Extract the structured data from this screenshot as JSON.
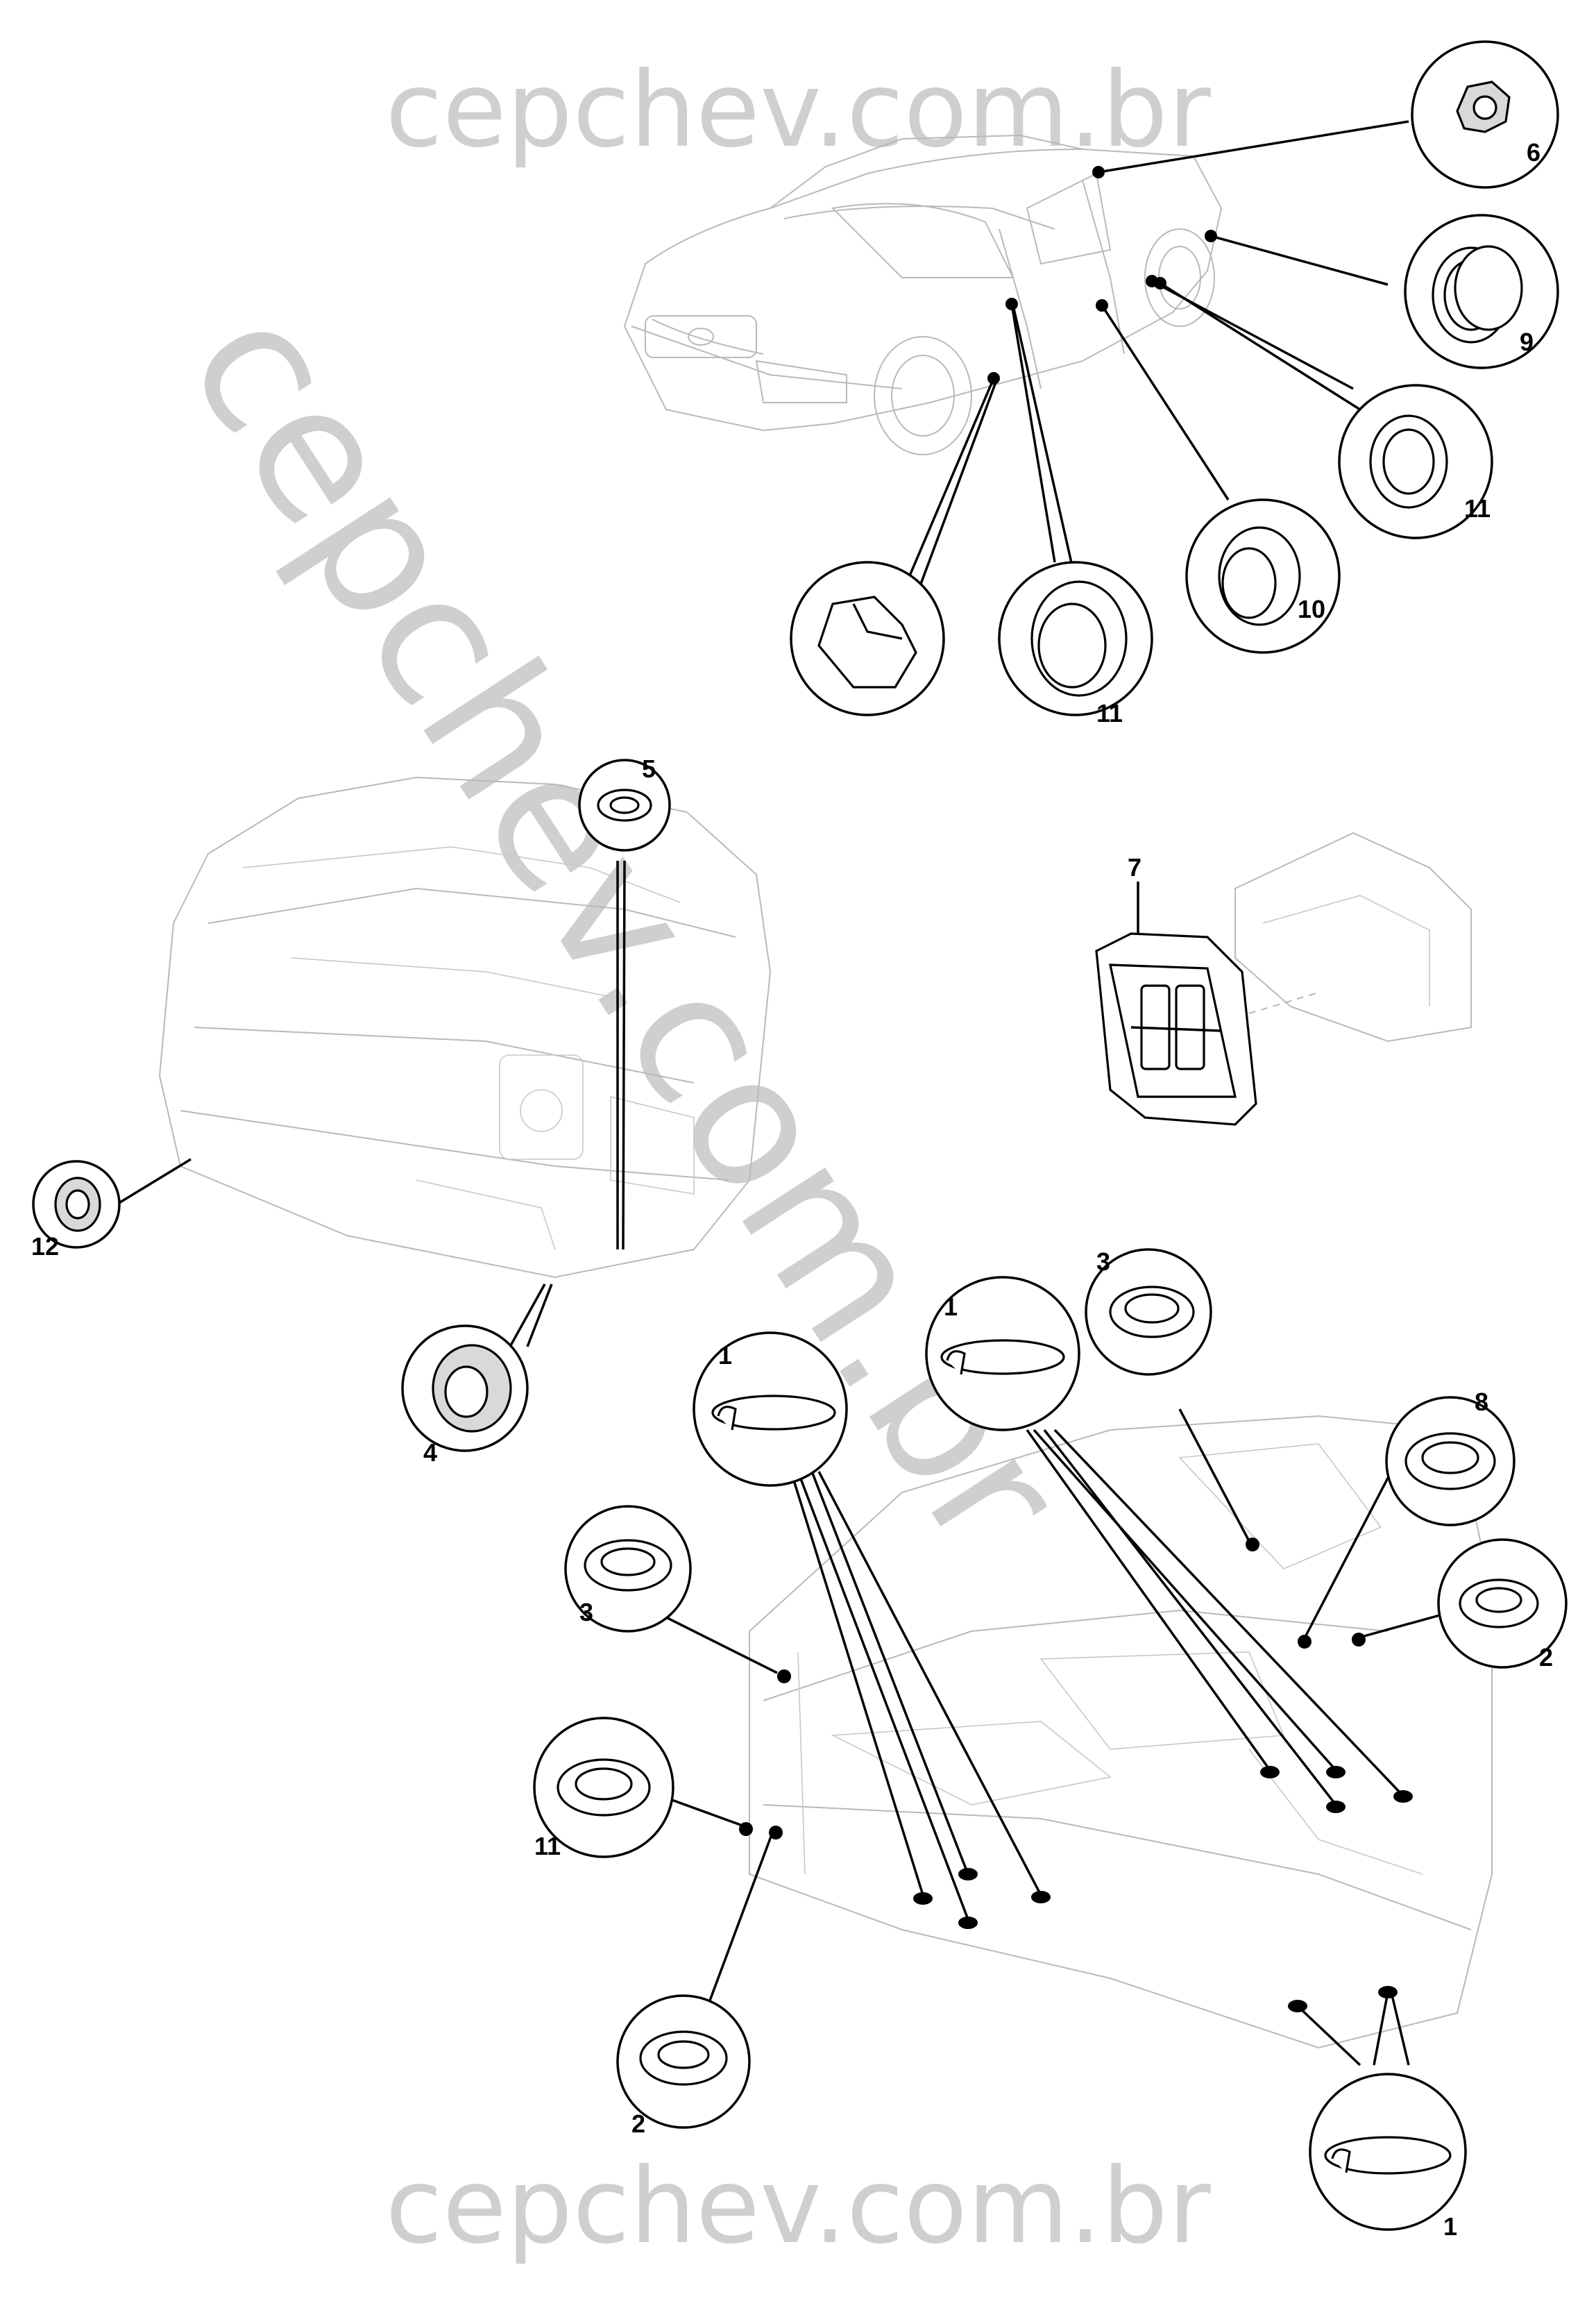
{
  "watermark": {
    "top": "cepchev.com.br",
    "bottom": "cepchev.com.br",
    "diagonal": "cepchev.com.br"
  },
  "callouts": [
    {
      "id": "c6",
      "label": "6"
    },
    {
      "id": "c9",
      "label": "9"
    },
    {
      "id": "c11a",
      "label": "11"
    },
    {
      "id": "c10",
      "label": "10"
    },
    {
      "id": "c11b",
      "label": "11"
    },
    {
      "id": "c5",
      "label": "5"
    },
    {
      "id": "c7",
      "label": "7"
    },
    {
      "id": "c12",
      "label": "12"
    },
    {
      "id": "c4",
      "label": "4"
    },
    {
      "id": "c3a",
      "label": "3"
    },
    {
      "id": "c1a",
      "label": "1"
    },
    {
      "id": "c1b",
      "label": "1"
    },
    {
      "id": "c8",
      "label": "8"
    },
    {
      "id": "c3b",
      "label": "3"
    },
    {
      "id": "c2a",
      "label": "2"
    },
    {
      "id": "c11c",
      "label": "11"
    },
    {
      "id": "c2b",
      "label": "2"
    },
    {
      "id": "c1c",
      "label": "1"
    }
  ],
  "colors": {
    "watermark": "#cfcfcf",
    "line_art": "#000000",
    "ghost_art": "#b9b9b9"
  }
}
